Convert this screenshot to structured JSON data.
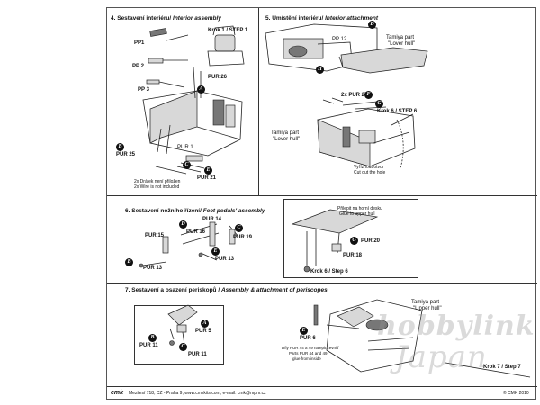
{
  "sections": {
    "s4": {
      "num": "4.",
      "title_cz": "Sestavení interiéru/",
      "title_en": "Interior assembly",
      "step": "Krok 1 / STEP 1",
      "parts": {
        "pp1": "PP1",
        "pp2": "PP 2",
        "pp3": "PP 3",
        "pur26": "PUR 26",
        "pur1": "PUR 1",
        "pur25": "PUR 25",
        "pur21": "PUR 21"
      },
      "note_cz": "2x Drátek není přiložen",
      "note_en": "2x Wire is not included"
    },
    "s5": {
      "num": "5.",
      "title_cz": "Umístění interiéru/",
      "title_en": "Interior attachment",
      "pp12": "PP 12",
      "tamiya1_a": "Tamiya part",
      "tamiya1_b": "\"Lover hull\"",
      "pur27": "2x PUR 27",
      "step": "Krok 6 / STEP 6",
      "tamiya2_a": "Tamiya part",
      "tamiya2_b": "\"Lover hull\"",
      "cut_cz": "Vyříznout otvor",
      "cut_en": "Cut out the hole"
    },
    "s6": {
      "num": "6.",
      "title_cz": "Sestavení nožního",
      "title_cz2": "řízení/",
      "title_en": "Feet pedals' assembly",
      "parts": {
        "pur15": "PUR 15",
        "pur16": "PUR 16",
        "pur14": "PUR 14",
        "pur19": "PUR 19",
        "pur13a": "PUR 13",
        "pur13b": "PUR 13",
        "pur20": "PUR 20",
        "pur18": "PUR 18"
      },
      "glue_cz": "Přilepit na horní desku",
      "glue_en": "Glue to upper hull",
      "step": "Krok 6 / Step 6"
    },
    "s7": {
      "num": "7.",
      "title_cz": "Sestavení a osazení periskopů /",
      "title_en": "Assembly & attachment of periscopes",
      "parts": {
        "pur5": "PUR 5",
        "pur11a": "PUR 11",
        "pur11b": "PUR 11",
        "pur6": "PUR 6"
      },
      "tamiya_a": "Tamiya part",
      "tamiya_b": "\"Upper hull\"",
      "note1": "Díly PUR 44 a 49 nalepit zevnitř",
      "note2": "Parts PUR 44 and 49",
      "note3": "glue from inside",
      "step": "Krok 7 / Step 7"
    }
  },
  "badges": {
    "b_a": "A",
    "b_b": "B",
    "b_c": "C",
    "b_d": "D",
    "b_e": "E",
    "b_f": "F",
    "b_g": "G",
    "b_h": "H"
  },
  "footer": {
    "brand": "cmk",
    "address": "Mezilesí 718, CZ - Praha 9,",
    "web": "www.cmkkits.com,",
    "email": "e-mail: cmk@mpm.cz",
    "copyright": "© CMK 2010"
  },
  "watermark": {
    "line1": "hobbylink",
    "line2": "Japan"
  }
}
